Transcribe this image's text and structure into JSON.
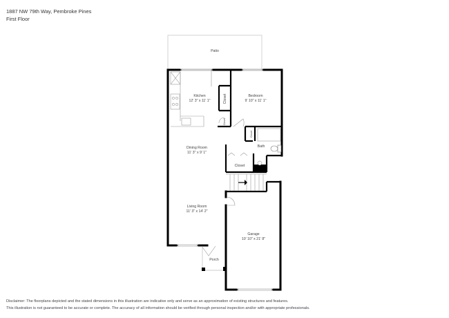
{
  "header": {
    "address": "1887 NW 79th Way, Pembroke Pines",
    "floor": "First Floor"
  },
  "rooms": {
    "patio": {
      "name": "Patio"
    },
    "kitchen": {
      "name": "Kitchen",
      "dims": "12' 3\" x 11' 1\""
    },
    "bedroom": {
      "name": "Bedroom",
      "dims": "9' 10\" x 11' 1\""
    },
    "closet_upper": {
      "name": "Closet"
    },
    "closet_small": {
      "name": "Closet"
    },
    "closet_linen": {
      "name": "Closet"
    },
    "dining": {
      "name": "Dining Room",
      "dims": "11' 3\" x 9' 1\""
    },
    "bath": {
      "name": "Bath"
    },
    "closet_main": {
      "name": "Closet"
    },
    "living": {
      "name": "Living Room",
      "dims": "11' 3\" x 14' 2\""
    },
    "garage": {
      "name": "Garage",
      "dims": "10' 10\" x 21' 8\""
    },
    "porch": {
      "name": "Porch"
    }
  },
  "disclaimer": {
    "line1": "Disclaimer: The floorplans depicted and the stated dimensions in this illustration are indicative only and serve as an approximation of existing structures and features.",
    "line2": "This illustration is not guaranteed to be accurate or complete. The accuracy of all information should be verified through personal inspection and/or with appropriate professionals."
  },
  "colors": {
    "wall": "#000000",
    "thin_line": "#bbbbbb",
    "label": "#444444"
  }
}
